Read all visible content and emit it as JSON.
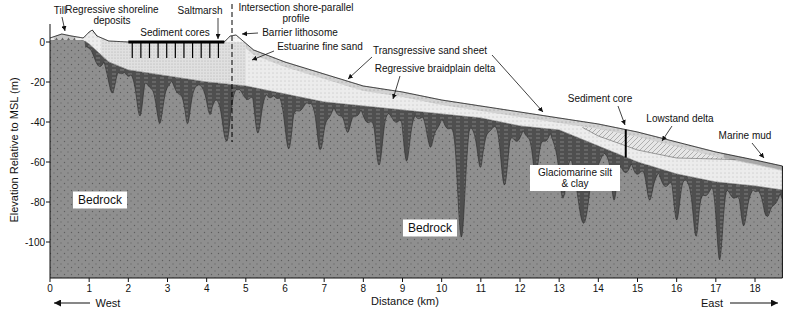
{
  "diagram": {
    "labels": [
      "Till",
      "Regressive shoreline deposits",
      "Sediment cores",
      "Saltmarsh",
      "Intersection shore-parallel profile",
      "Barrier lithosome",
      "Estuarine fine sand",
      "Transgressive sand sheet",
      "Regressive braidplain delta",
      "Sediment core",
      "Lowstand delta",
      "Glaciomarine silt & clay",
      "Marine mud",
      "Bedrock",
      "Bedrock",
      "Elevation Relative to MSL (m)",
      "0",
      "-20",
      "-40",
      "-60",
      "-80",
      "-100",
      "0",
      "1",
      "2",
      "3",
      "4",
      "5",
      "6",
      "7",
      "8",
      "9",
      "10",
      "11",
      "12",
      "13",
      "14",
      "15",
      "16",
      "17",
      "18",
      "Distance (km)",
      "West",
      "East"
    ]
  }
}
